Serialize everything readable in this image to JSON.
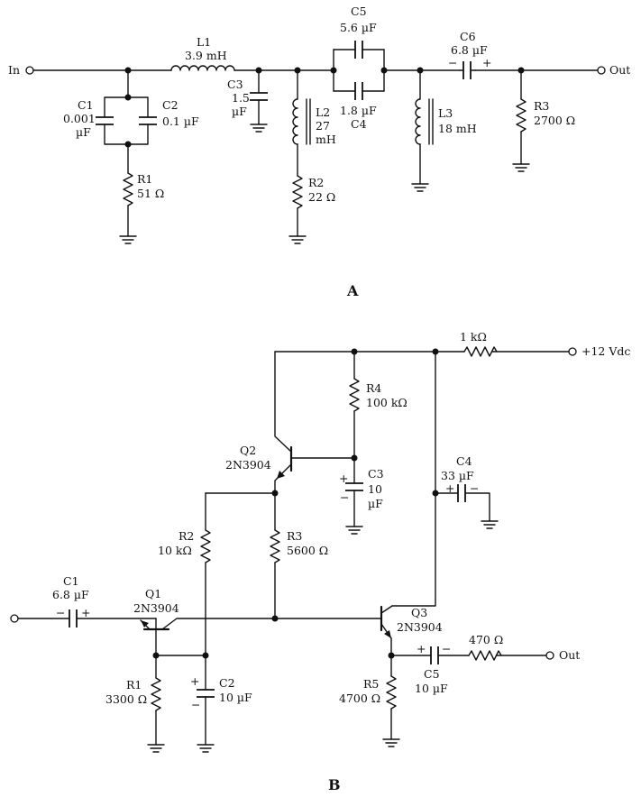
{
  "panel_a": {
    "panel_label": "A",
    "input_label": "In",
    "output_label": "Out",
    "c1": {
      "name": "C1",
      "value_line1": "0.001",
      "value_line2": "µF"
    },
    "c2": {
      "name": "C2",
      "value": "0.1 µF"
    },
    "r1": {
      "name": "R1",
      "value": "51 Ω"
    },
    "l1": {
      "name": "L1",
      "value": "3.9 mH"
    },
    "c3": {
      "name": "C3",
      "value_line1": "1.5",
      "value_line2": "µF"
    },
    "l2": {
      "name": "L2",
      "value_line1": "27",
      "value_line2": "mH"
    },
    "r2": {
      "name": "R2",
      "value": "22 Ω"
    },
    "c5": {
      "name": "C5",
      "value": "5.6 µF"
    },
    "c4": {
      "name": "C4",
      "value": "1.8 µF"
    },
    "l3": {
      "name": "L3",
      "value": "18 mH"
    },
    "c6": {
      "name": "C6",
      "value": "6.8 µF",
      "minus": "−",
      "plus": "+"
    },
    "r3": {
      "name": "R3",
      "value": "2700 Ω"
    }
  },
  "panel_b": {
    "panel_label": "B",
    "supply_label": "+12 Vdc",
    "output_label": "Out",
    "r_supply": {
      "value": "1 kΩ"
    },
    "r4": {
      "name": "R4",
      "value": "100 kΩ"
    },
    "q2": {
      "name": "Q2",
      "part": "2N3904"
    },
    "c3": {
      "name": "C3",
      "value_line1": "10",
      "value_line2": "µF",
      "plus": "+",
      "minus": "−"
    },
    "c4": {
      "name": "C4",
      "value": "33 µF",
      "plus": "+",
      "minus": "−"
    },
    "r2": {
      "name": "R2",
      "value": "10 kΩ"
    },
    "r3": {
      "name": "R3",
      "value": "5600 Ω"
    },
    "c1": {
      "name": "C1",
      "value": "6.8 µF",
      "minus": "−",
      "plus": "+"
    },
    "q1": {
      "name": "Q1",
      "part": "2N3904"
    },
    "q3": {
      "name": "Q3",
      "part": "2N3904"
    },
    "r_out": {
      "value": "470 Ω"
    },
    "c5": {
      "name": "C5",
      "value": "10 µF",
      "plus": "+",
      "minus": "−"
    },
    "r1": {
      "name": "R1",
      "value": "3300 Ω"
    },
    "c2": {
      "name": "C2",
      "value": "10 µF",
      "plus": "+",
      "minus": "−"
    },
    "r5": {
      "name": "R5",
      "value": "4700 Ω"
    }
  }
}
